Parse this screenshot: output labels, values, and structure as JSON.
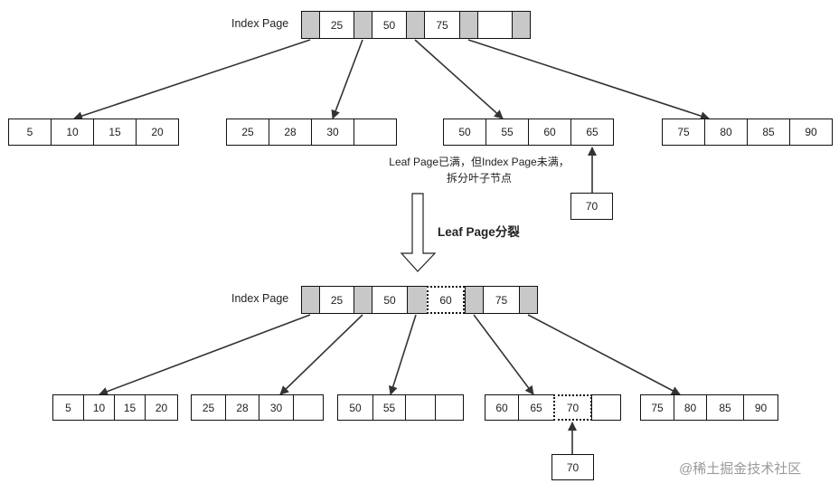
{
  "top": {
    "index_label": "Index Page",
    "index_cells": [
      {
        "type": "pointer"
      },
      {
        "type": "key",
        "text": "25"
      },
      {
        "type": "pointer"
      },
      {
        "type": "key",
        "text": "50"
      },
      {
        "type": "pointer"
      },
      {
        "type": "key",
        "text": "75"
      },
      {
        "type": "pointer"
      },
      {
        "type": "key",
        "text": ""
      },
      {
        "type": "pointer"
      }
    ],
    "leaves": [
      [
        "5",
        "10",
        "15",
        "20"
      ],
      [
        "25",
        "28",
        "30",
        ""
      ],
      [
        "50",
        "55",
        "60",
        "65"
      ],
      [
        "75",
        "80",
        "85",
        "90"
      ]
    ],
    "insert_value": "70",
    "note_line1": "Leaf Page已满，但Index Page未满，",
    "note_line2": "拆分叶子节点"
  },
  "transition_label": "Leaf Page分裂",
  "bottom": {
    "index_label": "Index Page",
    "index_cells": [
      {
        "type": "pointer"
      },
      {
        "type": "key",
        "text": "25"
      },
      {
        "type": "pointer"
      },
      {
        "type": "key",
        "text": "50"
      },
      {
        "type": "pointer"
      },
      {
        "type": "new",
        "text": "60"
      },
      {
        "type": "pointer"
      },
      {
        "type": "key",
        "text": "75"
      },
      {
        "type": "pointer"
      }
    ],
    "leaves": [
      [
        "5",
        "10",
        "15",
        "20"
      ],
      [
        "25",
        "28",
        "30",
        ""
      ],
      [
        "50",
        "55",
        "",
        ""
      ],
      [
        "60",
        "65",
        "70",
        ""
      ],
      [
        "75",
        "80",
        "85",
        "90"
      ]
    ],
    "new_leaf_value_position": {
      "leaf": 3,
      "cell": 2
    },
    "insert_value": "70"
  },
  "watermark": "@稀土掘金技术社区",
  "colors": {
    "pointer_fill": "#c8c8c8",
    "line": "#333333",
    "border": "#111111"
  }
}
